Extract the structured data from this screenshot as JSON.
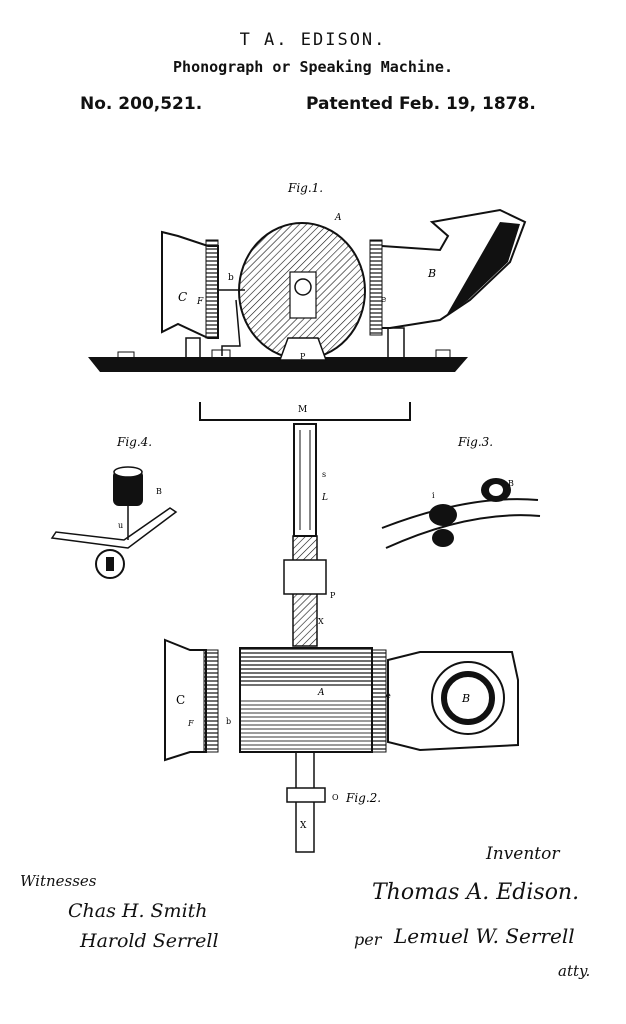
{
  "header": {
    "inventor": "T A. EDISON.",
    "title": "Phonograph or Speaking Machine.",
    "patent_number": "No. 200,521.",
    "patent_date": "Patented Feb. 19, 1878."
  },
  "figures": {
    "fig1_label": "Fig.1.",
    "fig2_label": "Fig.2.",
    "fig3_label": "Fig.3.",
    "fig4_label": "Fig.4."
  },
  "letters": {
    "A": "A",
    "B": "B",
    "C": "C",
    "F": "F",
    "P": "P",
    "M": "M",
    "L": "L",
    "X": "X",
    "O": "O",
    "b": "b",
    "e": "e",
    "i": "i",
    "s": "s",
    "u": "u"
  },
  "witnesses": {
    "label": "Witnesses",
    "names": [
      "Chas H. Smith",
      "Harold Serrell"
    ]
  },
  "inventor": {
    "label": "Inventor",
    "signature": "Thomas A. Edison.",
    "per": "per",
    "attorney": "Lemuel W. Serrell",
    "atty": "atty."
  },
  "colors": {
    "ink": "#111111",
    "paper": "#ffffff"
  }
}
